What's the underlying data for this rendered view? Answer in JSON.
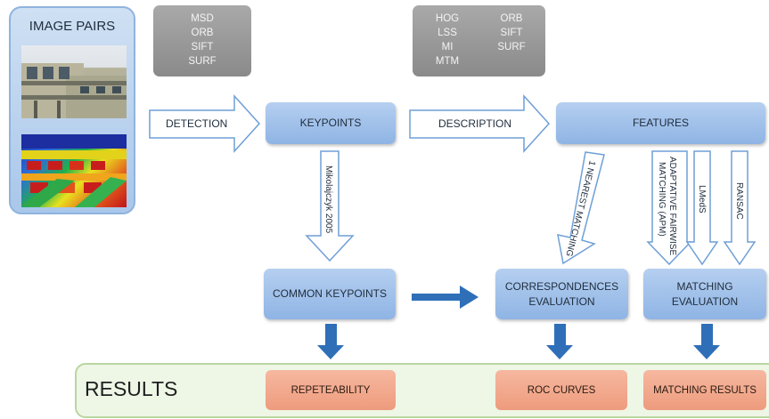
{
  "image_pairs": {
    "title": "IMAGE PAIRS"
  },
  "detectors": {
    "items": [
      "MSD",
      "ORB",
      "SIFT",
      "SURF"
    ]
  },
  "descriptors": {
    "col1": [
      "HOG",
      "LSS",
      "MI",
      "MTM"
    ],
    "col2": [
      "ORB",
      "SIFT",
      "SURF"
    ]
  },
  "nodes": {
    "keypoints": "KEYPOINTS",
    "features": "FEATURES",
    "common_keypoints": "COMMON KEYPOINTS",
    "correspondences": "CORRESPONDENCES\nEVALUATION",
    "matching": "MATCHING\nEVALUATION"
  },
  "edges": {
    "detection": "DETECTION",
    "description": "DESCRIPTION",
    "mikolajczyk": "Mikolajczyk 2005",
    "nearest": "1 NEAREST MATCHING",
    "apm": [
      "ADAPTATIVE FAIRWISE",
      "MATCHING (APM)"
    ],
    "lmeds": "LMedS",
    "ransac": "RANSAC"
  },
  "results": {
    "title": "RESULTS",
    "repeatability": "REPETEABILITY",
    "roc": "ROC CURVES",
    "matching_results": "MATCHING RESULTS"
  },
  "colors": {
    "node_blue": "#9fc0ea",
    "method_gray": "#999999",
    "result_orange": "#f1a888",
    "arrow_blue": "#2e6fb8",
    "results_band": "#eef6e6"
  }
}
